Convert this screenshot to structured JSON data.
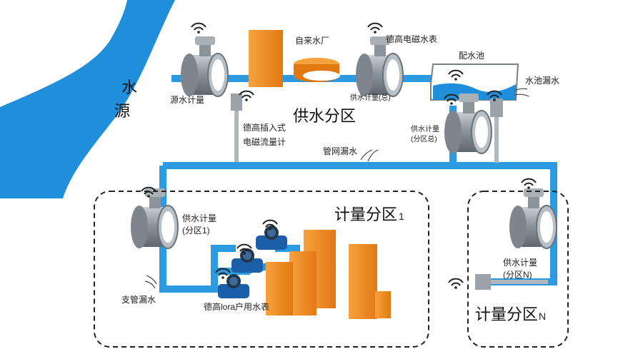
{
  "labels": {
    "river": [
      "水",
      "源"
    ],
    "source_meter": "源水计量",
    "waterworks": "自来水厂",
    "em_meter": "德高电磁水表",
    "supply_total": "供水计量(总)",
    "reservoir": "配水池",
    "reservoir_leak": "水池漏水",
    "supply_zone_title": "供水分区",
    "insertion_meter": [
      "德高插入式",
      "电磁流量计"
    ],
    "zone_supply_total": [
      "供水计量",
      "(分区总)"
    ],
    "network_leak": "管网漏水",
    "zone1_supply": [
      "供水计量",
      "(分区1)"
    ],
    "zone1_title": "计量分区",
    "zone1_suffix": "1",
    "branch_leak": "支管漏水",
    "lora_meter": "德高lora户用水表",
    "zoneN_supply": [
      "供水计量",
      "(分区N)"
    ],
    "zoneN_title": "计量分区",
    "zoneN_suffix": "N"
  },
  "colors": {
    "pipe": "#2b9ae0",
    "river": "#1f8fdb",
    "building": "#f28a1e",
    "meter_body": "#9aa3ab",
    "lora_meter": "#1b5fa8",
    "dash": "#222222"
  },
  "icons": {
    "wireless": "wifi-signal-icon",
    "leak": "leak-spray-icon"
  }
}
